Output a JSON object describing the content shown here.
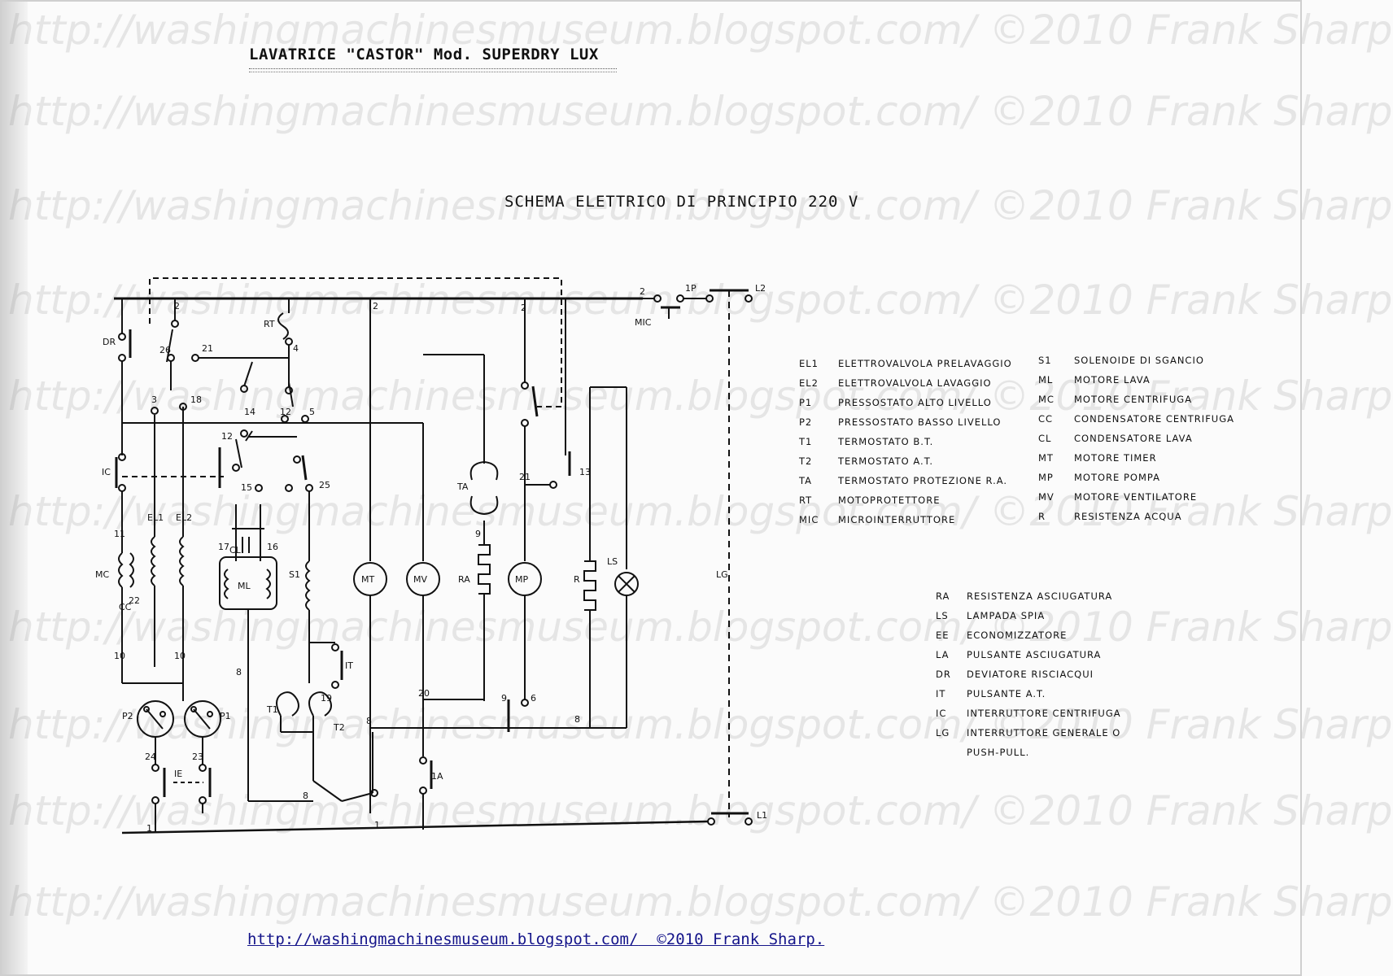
{
  "document": {
    "title": "LAVATRICE \"CASTOR\" Mod. SUPERDRY LUX",
    "subtitle": "SCHEMA ELETTRICO DI PRINCIPIO 220 V",
    "watermark": "http://washingmachinesmuseum.blogspot.com/  ©2010 Frank Sharp",
    "footer_url": "http://washingmachinesmuseum.blogspot.com/",
    "footer_credit": "©2010 Frank Sharp."
  },
  "legend_col1": [
    {
      "code": "EL1",
      "desc": "Elettrovalvola prelavaggio"
    },
    {
      "code": "EL2",
      "desc": "Elettrovalvola lavaggio"
    },
    {
      "code": "P1",
      "desc": "Pressostato alto livello"
    },
    {
      "code": "P2",
      "desc": "Pressostato basso livello"
    },
    {
      "code": "T1",
      "desc": "Termostato B.T."
    },
    {
      "code": "T2",
      "desc": "Termostato A.T."
    },
    {
      "code": "TA",
      "desc": "Termostato protezione R.A."
    },
    {
      "code": "RT",
      "desc": "Motoprotettore"
    },
    {
      "code": "MIC",
      "desc": "Microinterruttore"
    }
  ],
  "legend_col2": [
    {
      "code": "S1",
      "desc": "Solenoide di sgancio"
    },
    {
      "code": "ML",
      "desc": "Motore lava"
    },
    {
      "code": "MC",
      "desc": "Motore centrifuga"
    },
    {
      "code": "CC",
      "desc": "Condensatore centrifuga"
    },
    {
      "code": "CL",
      "desc": "Condensatore lava"
    },
    {
      "code": "MT",
      "desc": "Motore timer"
    },
    {
      "code": "MP",
      "desc": "Motore pompa"
    },
    {
      "code": "MV",
      "desc": "Motore ventilatore"
    },
    {
      "code": "R",
      "desc": "Resistenza acqua"
    }
  ],
  "legend_col3": [
    {
      "code": "RA",
      "desc": "Resistenza asciugatura"
    },
    {
      "code": "LS",
      "desc": "Lampada spia"
    },
    {
      "code": "EE",
      "desc": "Economizzatore"
    },
    {
      "code": "LA",
      "desc": "Pulsante asciugatura"
    },
    {
      "code": "DR",
      "desc": "Deviatore risciacqui"
    },
    {
      "code": "IT",
      "desc": "Pulsante A.T."
    },
    {
      "code": "IC",
      "desc": "Interruttore centrifuga"
    },
    {
      "code": "LG",
      "desc": "Interruttore generale o"
    },
    {
      "code": "",
      "desc": "push-pull."
    }
  ],
  "components": {
    "MT": "MT",
    "MV": "MV",
    "MP": "MP",
    "ML": "ML",
    "MC": "MC",
    "EL1": "EL1",
    "EL2": "EL2",
    "S1": "S1",
    "RA": "RA",
    "R": "R",
    "LS": "LS",
    "TA": "TA",
    "RT": "RT",
    "P1": "P1",
    "P2": "P2",
    "T1": "T1",
    "T2": "T2",
    "IC": "IC",
    "IT": "IT",
    "IE": "IE",
    "DR": "DR",
    "MIC": "MIC",
    "LG": "LG",
    "CL": "CL",
    "CC": "CC",
    "1A": "1A",
    "IP": "1P",
    "L1": "L1",
    "L2": "L2"
  },
  "terminals": [
    "2",
    "2",
    "2",
    "26",
    "21",
    "3",
    "18",
    "14",
    "12",
    "5",
    "12",
    "25",
    "15",
    "17",
    "16",
    "11",
    "13",
    "21",
    "6",
    "9",
    "20",
    "10",
    "10",
    "8",
    "8",
    "8",
    "8",
    "24",
    "23",
    "19",
    "1",
    "1",
    "9",
    "4",
    "2",
    "22"
  ]
}
